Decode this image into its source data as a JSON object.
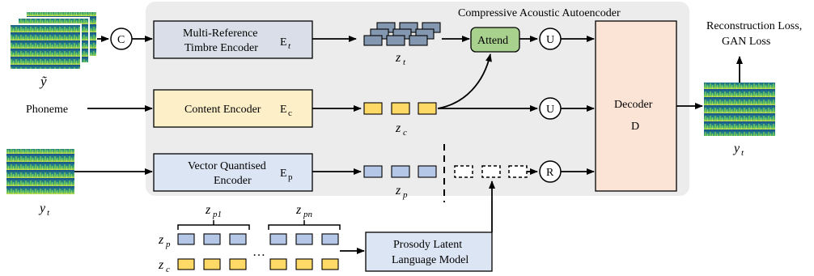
{
  "title": "Compressive Acoustic Autoencoder",
  "inputs": {
    "ref_label": "ỹ",
    "phoneme": "Phoneme",
    "target_label": "y",
    "target_sub": "t"
  },
  "operators": {
    "concat": "C",
    "upsample": "U",
    "replace": "R"
  },
  "encoders": {
    "timbre": {
      "line1": "Multi-Reference",
      "line2": "Timbre Encoder",
      "sym": "E",
      "sub": "t"
    },
    "content": {
      "line1": "Content Encoder",
      "sym": "E",
      "sub": "c"
    },
    "vq": {
      "line1": "Vector Quantised",
      "line2": "Encoder",
      "sym": "E",
      "sub": "p"
    }
  },
  "attend": "Attend",
  "decoder": {
    "line1": "Decoder",
    "line2": "D"
  },
  "latents": {
    "zt": {
      "base": "z",
      "sub": "t"
    },
    "zc": {
      "base": "z",
      "sub": "c"
    },
    "zp": {
      "base": "z",
      "sub": "p"
    },
    "zp1": {
      "base": "z",
      "sub": "p1"
    },
    "zpn": {
      "base": "z",
      "sub": "pn"
    }
  },
  "ellipsis": "…",
  "lm": {
    "line1": "Prosody Latent",
    "line2": "Language Model"
  },
  "output": {
    "loss1": "Reconstruction Loss,",
    "loss2": "GAN Loss",
    "label": "y",
    "sub": "t"
  },
  "colors": {
    "panel": "#ececec",
    "timbre_box": "#d9dee8",
    "content_box": "#fdf0c9",
    "vq_box": "#dce5f3",
    "attend_box": "#a9d18e",
    "decoder_box": "#fbe3d6",
    "lm_box": "#dce5f3",
    "token_yellow": "#ffd966",
    "token_blue": "#b4c7e7",
    "token_gray": "#8497b0"
  }
}
